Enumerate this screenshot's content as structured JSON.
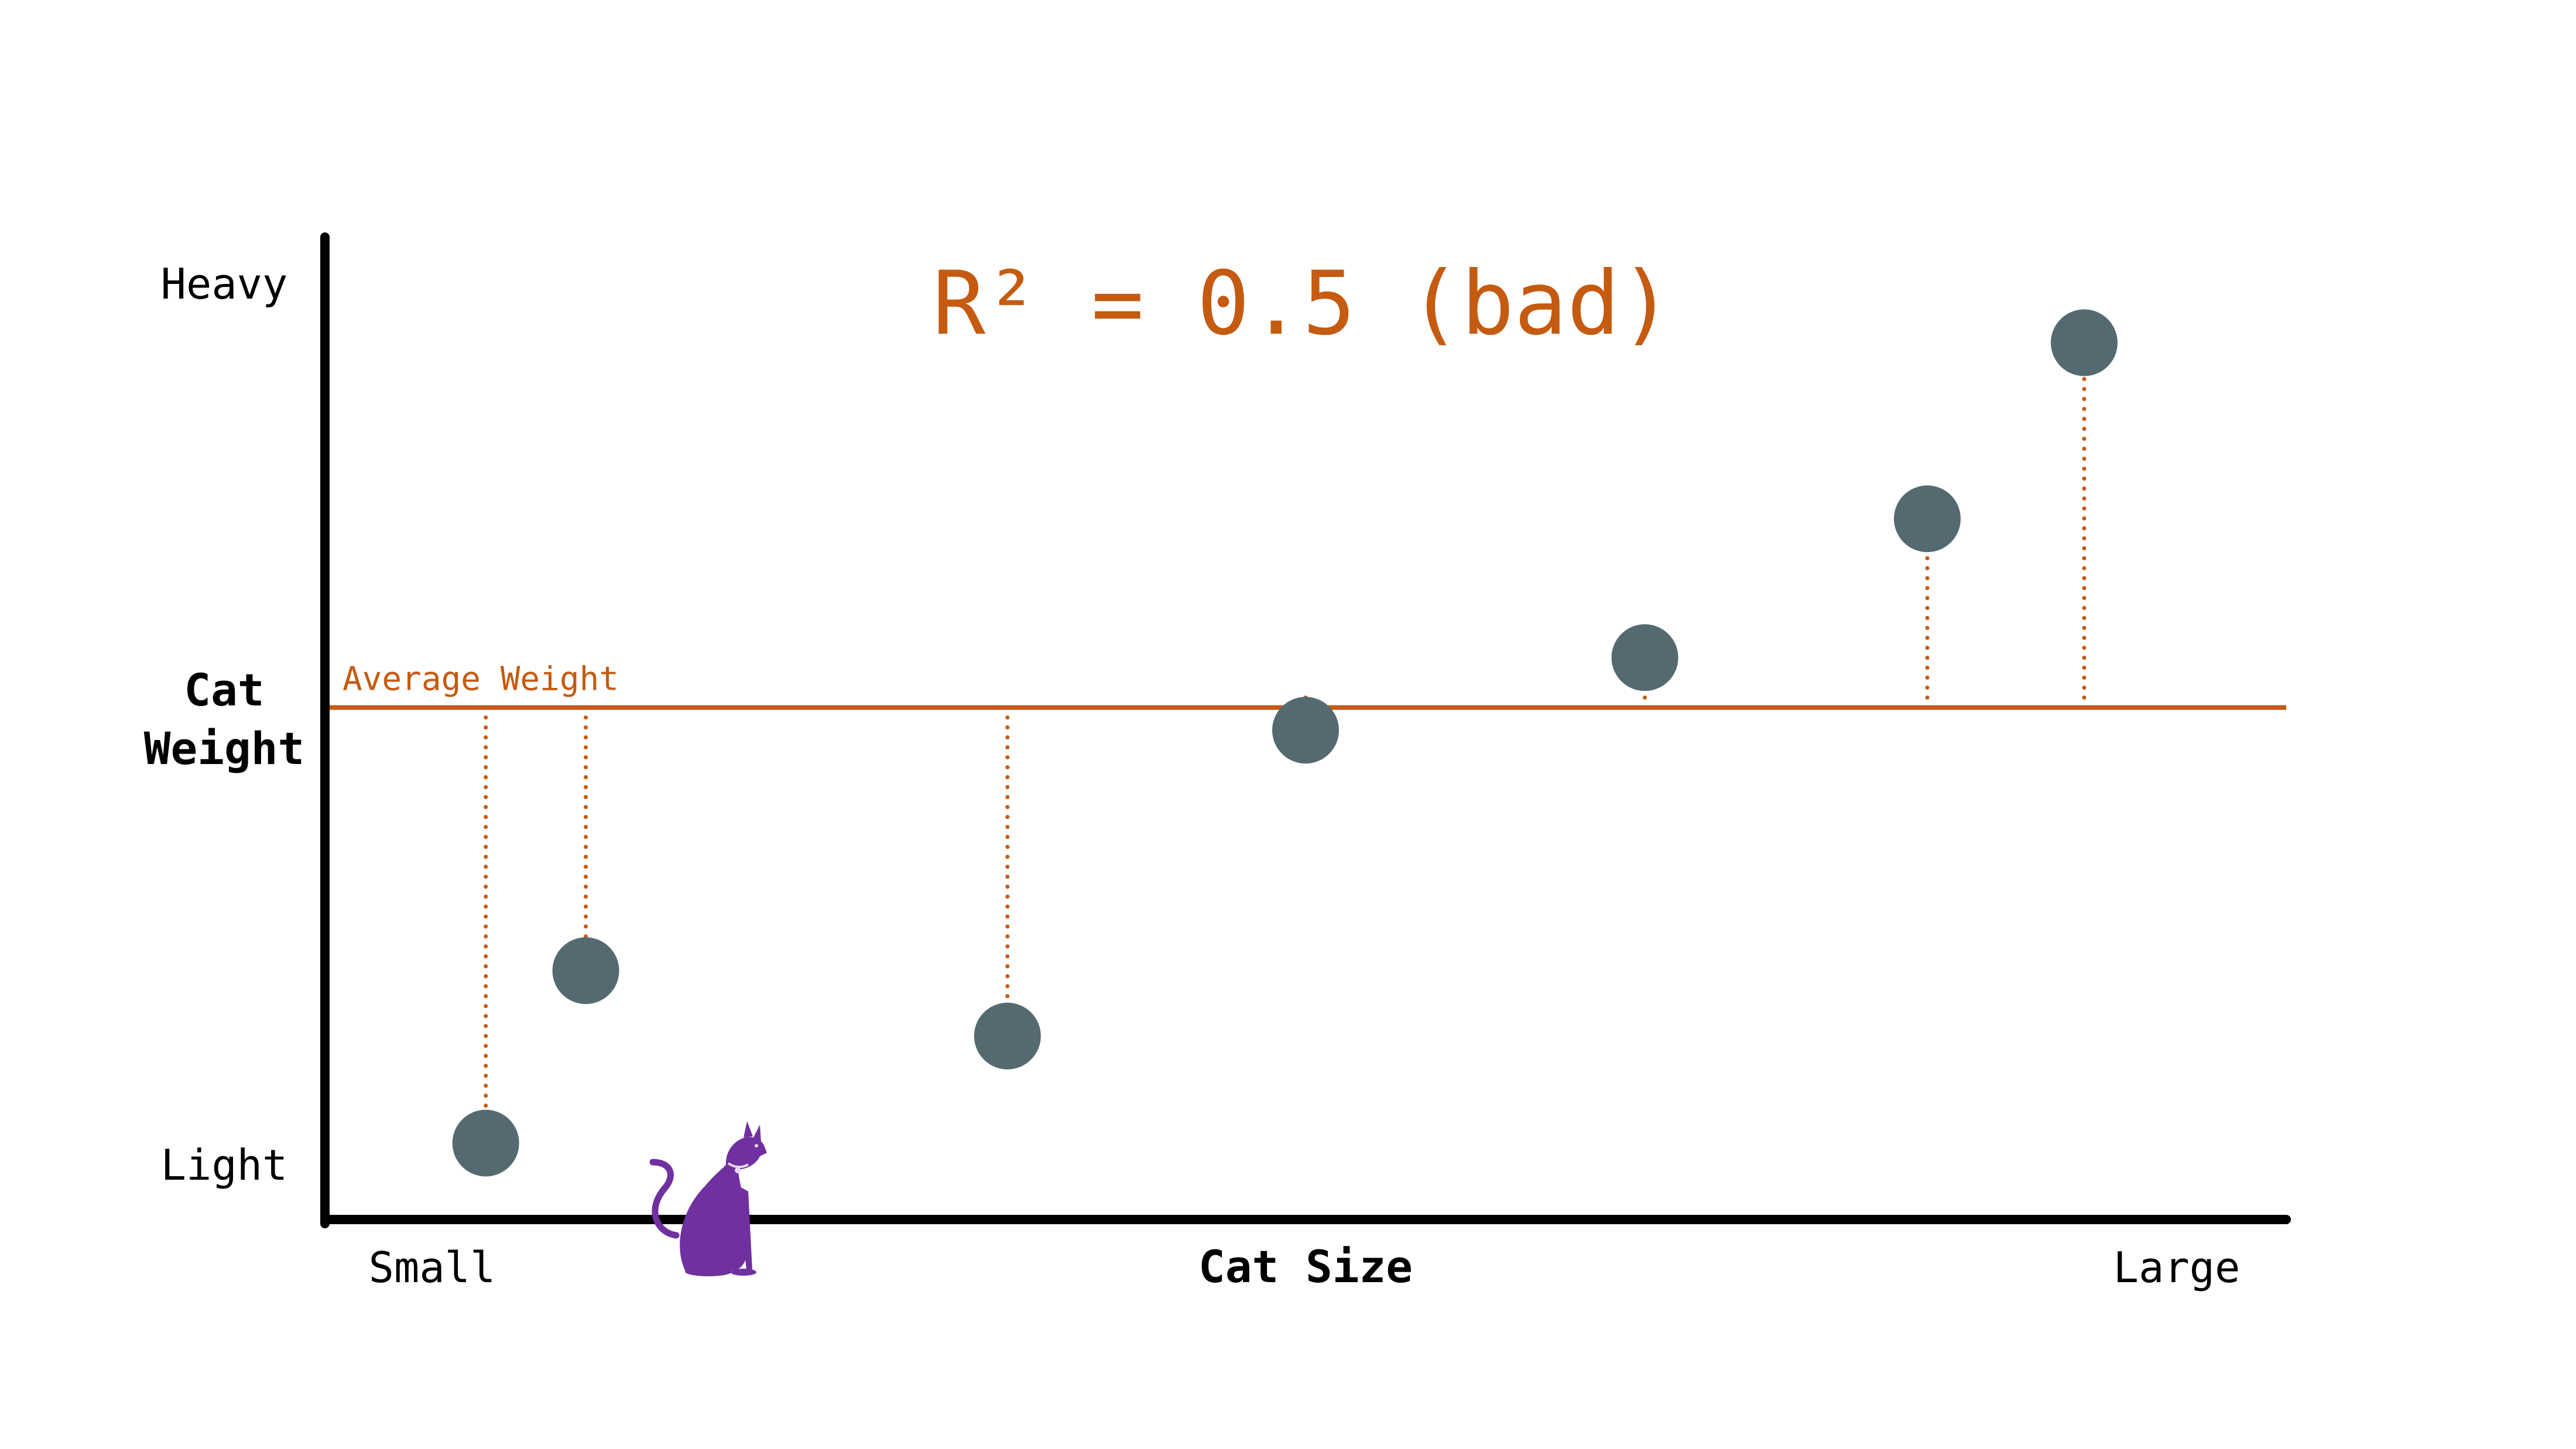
{
  "chart_data": {
    "type": "scatter",
    "title": "",
    "annotation_main": "R² = 0.5 (bad)",
    "xlabel": "Cat Size",
    "ylabel": "Cat Weight",
    "x_tick_labels": {
      "low": "Small",
      "high": "Large"
    },
    "y_tick_labels": {
      "low": "Light",
      "high": "Heavy"
    },
    "reference_line": {
      "label": "Average Weight",
      "y": 0.53
    },
    "xlim": [
      0,
      1
    ],
    "ylim": [
      0,
      1
    ],
    "grid": false,
    "points": [
      {
        "x": 0.082,
        "y": 0.05
      },
      {
        "x": 0.133,
        "y": 0.24
      },
      {
        "x": 0.348,
        "y": 0.168
      },
      {
        "x": 0.5,
        "y": 0.505
      },
      {
        "x": 0.673,
        "y": 0.585
      },
      {
        "x": 0.817,
        "y": 0.738
      },
      {
        "x": 0.897,
        "y": 0.932
      }
    ],
    "residual_lines": true
  },
  "colors": {
    "axis": "#000000",
    "accent": "#c55a11",
    "point": "#546a70",
    "cat": "#7030a0"
  },
  "decoration": {
    "icon": "cat-icon"
  }
}
